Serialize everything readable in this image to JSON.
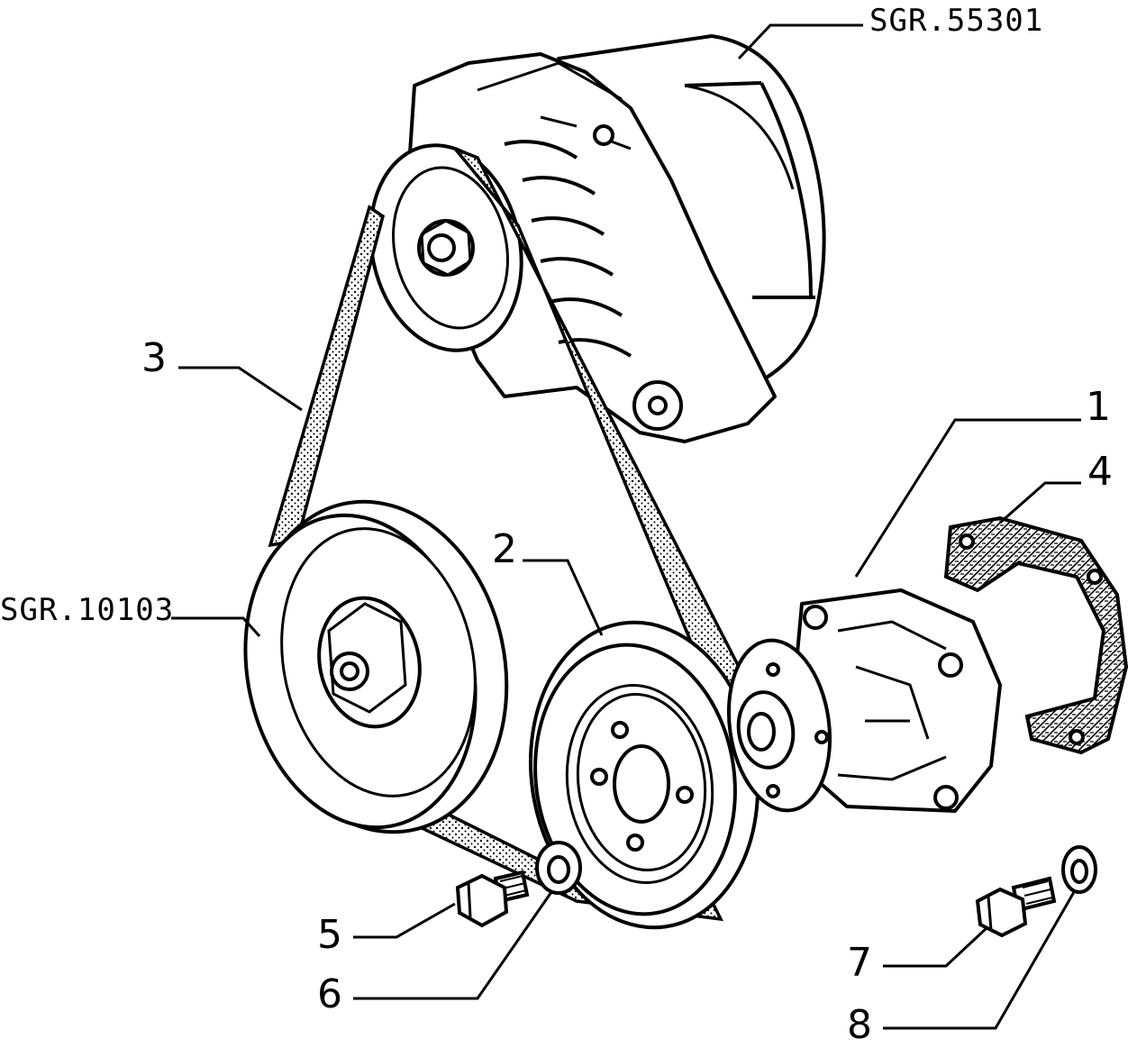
{
  "references": {
    "alternator": "SGR.55301",
    "crankshaft_pulley": "SGR.10103"
  },
  "callouts": [
    "1",
    "2",
    "3",
    "4",
    "5",
    "6",
    "7",
    "8"
  ],
  "colors": {
    "ink": "#000000",
    "paper": "#ffffff"
  }
}
